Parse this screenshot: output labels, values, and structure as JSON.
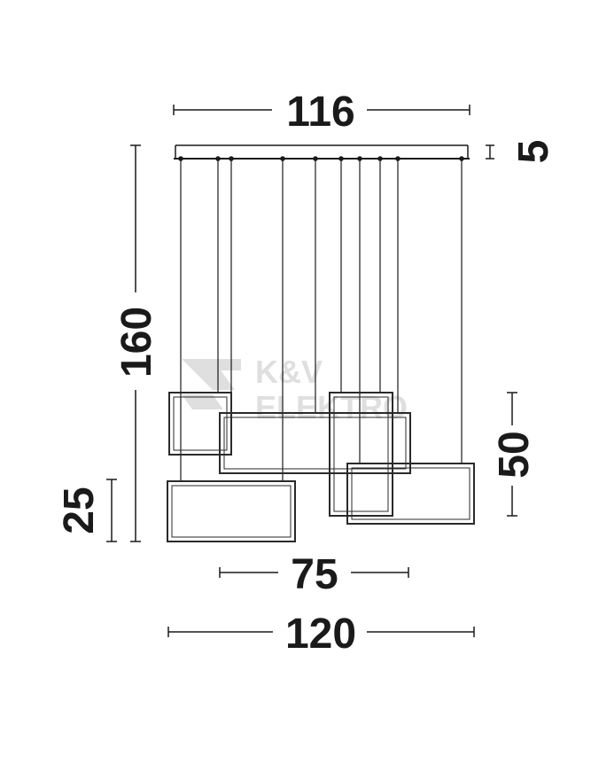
{
  "dimensions": {
    "canopy_width": "116",
    "canopy_height": "5",
    "total_height": "160",
    "frame_height": "25",
    "tall_frame_height": "50",
    "middle_width": "75",
    "total_width": "120"
  },
  "watermark": {
    "line1": "K&V",
    "line2": "ELEKTRO"
  },
  "colors": {
    "line": "#1a1a1a",
    "frame": "#2a2a2a",
    "watermark": "#dcdcdc"
  }
}
